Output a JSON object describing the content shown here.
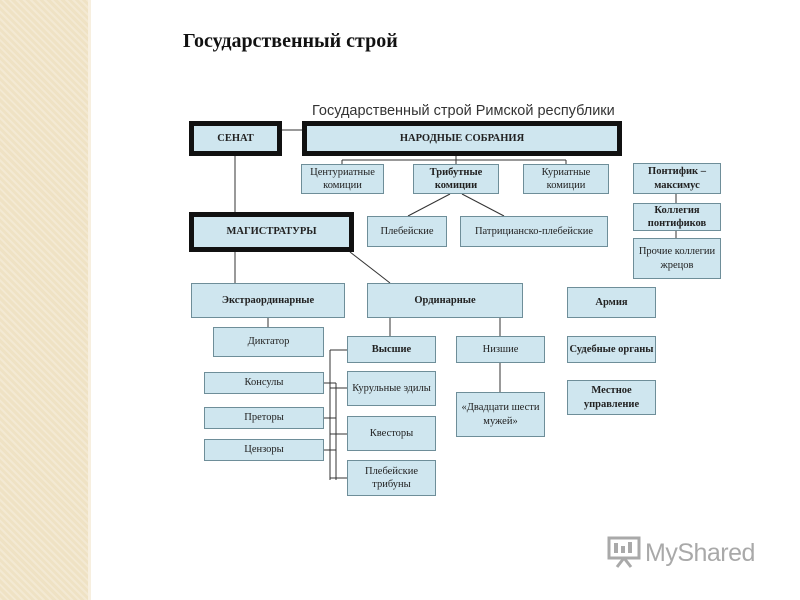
{
  "slide": {
    "title": "Государственный строй"
  },
  "diagram": {
    "title": "Государственный строй Римской республики",
    "nodes": {
      "senate": "СЕНАТ",
      "assemblies": "НАРОДНЫЕ СОБРАНИЯ",
      "centuriate": "Центуриатные комиции",
      "tribal": "Трибутные комиции",
      "curiate": "Куриатные комиции",
      "plebeian": "Плебейские",
      "patrician_plebeian": "Патрицианско-плебейские",
      "pontifex": "Понтифик – максимус",
      "college": "Коллегия понтификов",
      "other_colleges": "Прочие коллегии жрецов",
      "magistracies": "МАГИСТРАТУРЫ",
      "extraordinary": "Экстраординарные",
      "ordinary": "Ординарные",
      "army": "Армия",
      "dictator": "Диктатор",
      "higher": "Высшие",
      "lower": "Низшие",
      "consuls": "Консулы",
      "praetors": "Преторы",
      "censors": "Цензоры",
      "curule_aediles": "Курульные эдилы",
      "quaestors": "Квесторы",
      "plebeian_tribunes": "Плебейские трибуны",
      "twenty_six": "«Двадцати шести мужей»",
      "courts": "Судебные органы",
      "local": "Местное управление"
    }
  },
  "watermark": {
    "text": "MyShared",
    "icon": "presentation-screen-icon"
  },
  "colors": {
    "box_fill": "#cfe6ef",
    "box_border": "#6e8e99",
    "side_stripe": "#efe2c4"
  }
}
